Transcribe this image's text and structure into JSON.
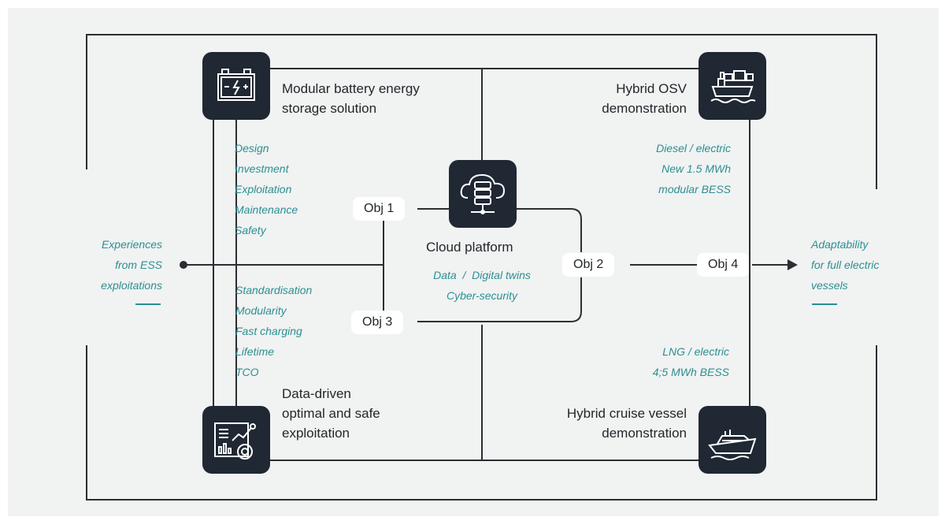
{
  "colors": {
    "background": "#f1f2f2",
    "line": "#2a2f33",
    "accent": "#2c8f91",
    "node": "#1f2833"
  },
  "nodes": {
    "battery": {
      "icon": "battery-icon",
      "title": [
        "Modular battery energy",
        "storage solution"
      ]
    },
    "osv": {
      "icon": "cargo-ship-icon",
      "title": [
        "Hybrid OSV",
        "demonstration"
      ]
    },
    "cloud": {
      "icon": "cloud-server-icon",
      "title": [
        "Cloud platform"
      ]
    },
    "exploitation": {
      "icon": "analytics-dashboard-icon",
      "title": [
        "Data-driven",
        "optimal and safe",
        "exploitation"
      ]
    },
    "cruise": {
      "icon": "cruise-ship-icon",
      "title": [
        "Hybrid cruise vessel",
        "demonstration"
      ]
    }
  },
  "lists": {
    "battery_aspects": [
      "Design",
      "Investment",
      "Exploitation",
      "Maintenance",
      "Safety"
    ],
    "battery_features": [
      "Standardisation",
      "Modularity",
      "Fast charging",
      "Lifetime",
      "TCO"
    ],
    "osv_specs": [
      "Diesel / electric",
      "New 1.5 MWh",
      "modular BESS"
    ],
    "cruise_specs": [
      "LNG / electric",
      "4;5 MWh BESS"
    ],
    "cloud_features": [
      "Data  /  Digital twins",
      "Cyber-security"
    ]
  },
  "objectives": {
    "obj1": "Obj 1",
    "obj2": "Obj 2",
    "obj3": "Obj 3",
    "obj4": "Obj 4"
  },
  "input": [
    "Experiences",
    "from ESS",
    "exploitations"
  ],
  "output": [
    "Adaptability",
    "for full electric",
    "vessels"
  ]
}
